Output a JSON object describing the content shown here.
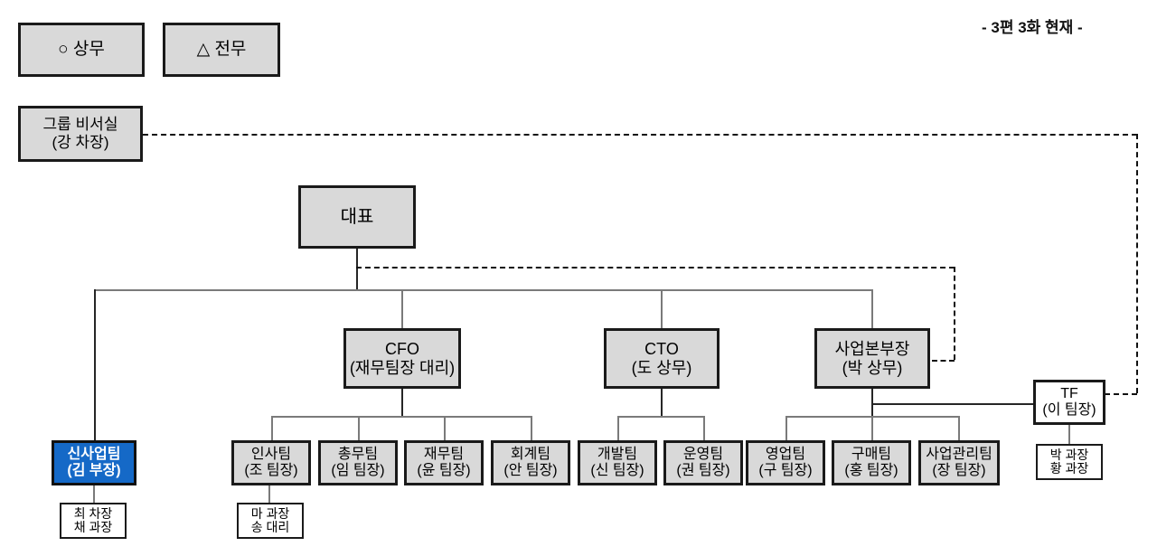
{
  "annotation": {
    "episode_note": "- 3편 3화 현재 -"
  },
  "legend": [
    {
      "symbol": "○",
      "label": "○ 상무",
      "name": "legend-sangmu"
    },
    {
      "symbol": "△",
      "label": "△ 전무",
      "name": "legend-jeonmu"
    }
  ],
  "nodes": {
    "secretary": {
      "line1": "그룹 비서실",
      "line2": "(강 차장)"
    },
    "ceo": {
      "line1": "대표",
      "line2": ""
    },
    "cfo": {
      "line1": "CFO",
      "line2": "(재무팀장 대리)"
    },
    "cto": {
      "line1": "CTO",
      "line2": "(도 상무)"
    },
    "bizhead": {
      "line1": "사업본부장",
      "line2": "(박 상무)"
    },
    "newbiz": {
      "line1": "신사업팀",
      "line2": "(김 부장)"
    },
    "tf": {
      "line1": "TF",
      "line2": "(이 팀장)"
    }
  },
  "teams": {
    "cfo_teams": [
      {
        "line1": "인사팀",
        "line2": "(조 팀장)",
        "name": "team-hr"
      },
      {
        "line1": "총무팀",
        "line2": "(임 팀장)",
        "name": "team-general-affairs"
      },
      {
        "line1": "재무팀",
        "line2": "(윤 팀장)",
        "name": "team-finance"
      },
      {
        "line1": "회계팀",
        "line2": "(안 팀장)",
        "name": "team-accounting"
      }
    ],
    "cto_teams": [
      {
        "line1": "개발팀",
        "line2": "(신 팀장)",
        "name": "team-development"
      },
      {
        "line1": "운영팀",
        "line2": "(권 팀장)",
        "name": "team-operations"
      }
    ],
    "biz_teams": [
      {
        "line1": "영업팀",
        "line2": "(구 팀장)",
        "name": "team-sales"
      },
      {
        "line1": "구매팀",
        "line2": "(홍 팀장)",
        "name": "team-purchasing"
      },
      {
        "line1": "사업관리팀",
        "line2": "(장 팀장)",
        "name": "team-biz-management"
      }
    ]
  },
  "members": {
    "newbiz_members": {
      "line1": "최 차장",
      "line2": "채 과장"
    },
    "general_members": {
      "line1": "마 과장",
      "line2": "송 대리"
    },
    "tf_members": {
      "line1": "박 과장",
      "line2": "황 과장"
    }
  },
  "colors": {
    "box_fill": "#d9d9d9",
    "box_border": "#1a1a1a",
    "highlight_fill": "#1569c7",
    "highlight_text": "#ffffff",
    "connector": "#7a7a7a",
    "page_background": "#ffffff"
  }
}
